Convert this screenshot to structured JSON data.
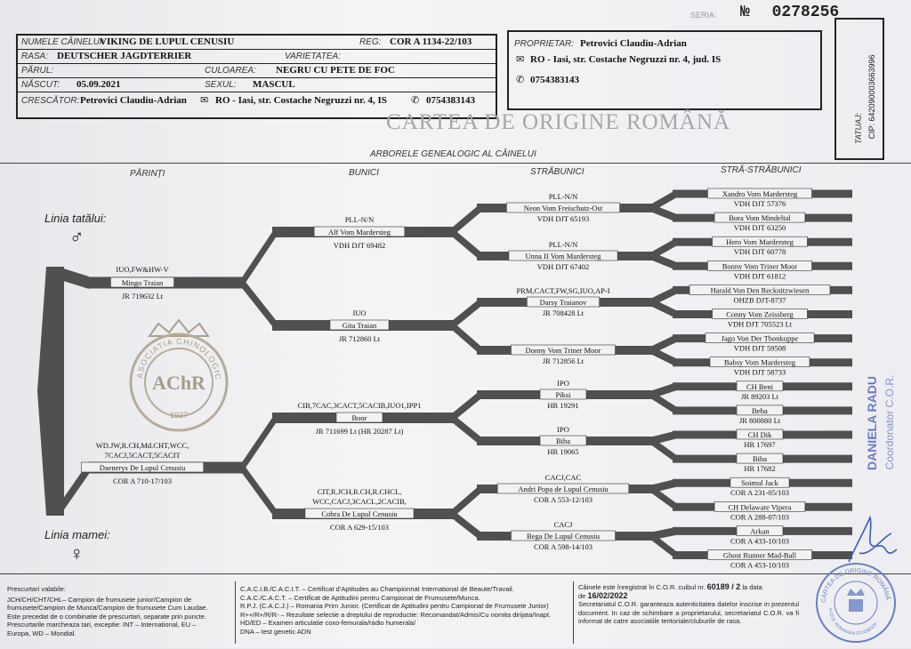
{
  "serial": {
    "label": "SERIA:",
    "no_sign": "№",
    "number": "0278256"
  },
  "dog": {
    "name_label": "NUMELE CÂINELUI:",
    "name": "VIKING DE LUPUL CENUSIU",
    "reg_label": "REG:",
    "reg": "COR A 1134-22/103",
    "breed_label": "RASA:",
    "breed": "DEUTSCHER JAGDTERRIER",
    "variety_label": "VARIETATEA:",
    "coat_label": "PĂRUL:",
    "color_label": "CULOAREA:",
    "color": "NEGRU CU PETE DE FOC",
    "born_label": "NĂSCUT:",
    "born": "05.09.2021",
    "sex_label": "SEXUL:",
    "sex": "MASCUL",
    "breeder_label": "CRESCĂTOR:",
    "breeder": "Petrovici Claudiu-Adrian",
    "breeder_address": "RO - Iasi, str. Costache Negruzzi nr. 4, IS",
    "breeder_phone": "0754383143"
  },
  "owner": {
    "label": "PROPRIETAR:",
    "name": "Petrovici Claudiu-Adrian",
    "address": "RO - Iasi, str. Costache Negruzzi nr. 4, jud. IS",
    "phone": "0754383143"
  },
  "tattoo": {
    "label": "TATUAJ:",
    "chip": "CIP: 642090003663996"
  },
  "title": "CARTEA DE ORIGINE ROMÂNĂ",
  "subtitle": "ARBORELE GENEALOGIC AL CÂINELUI",
  "columns": {
    "parents": "PĂRINȚI",
    "grandparents": "BUNICI",
    "great": "STRĂBUNICI",
    "great_great": "STRĂ-STRĂBUNICI"
  },
  "lines": {
    "father": "Linia tatălui:",
    "mother": "Linia mamei:"
  },
  "emblem": {
    "text": "ASOCIATIA CHINOLOGICA ROMANA",
    "year": "1927",
    "monogram": "AChR"
  },
  "parents": [
    {
      "title": "IUO,FW&HW-V",
      "name": "Mingo Traian",
      "reg": "JR 719632 Lt"
    },
    {
      "title": "WD.JW,R.CH,Md.CHT,WCC,",
      "title2": "7CACJ,5CACT,5CACIT",
      "name": "Daenerys De Lupul Cenusiu",
      "reg": "COR A 710-17/103"
    }
  ],
  "grandparents": [
    {
      "title": "PLL-N/N",
      "name": "Alf Vom Mardersteg",
      "reg": "VDH DJT 69482"
    },
    {
      "title": "IUO",
      "name": "Gita Traian",
      "reg": "JR 712860 Lt"
    },
    {
      "title": "CIB,7CAC,3CACT,5CACIB,IUO1,IPP1",
      "name": "Boor",
      "reg": "JR 711699 Lt (HR 20287 Lt)"
    },
    {
      "title": "CIT,R.JCH,R.CH,R.CHCL,",
      "title2": "WCC,CACJ,3CACL,2CACIB,",
      "name": "Cobra De Lupul Cenusiu",
      "reg": "COR A 629-15/103"
    }
  ],
  "great_grandparents": [
    {
      "title": "PLL-N/N",
      "name": "Neon Vom Freischutz-Ost",
      "reg": "VDH DJT 65193"
    },
    {
      "title": "PLL-N/N",
      "name": "Unna II Vom Mardersteg",
      "reg": "VDH DJT 67402"
    },
    {
      "title": "PRM,CACT,FW,SG,IUO,AP-I",
      "name": "Darsy Traianov",
      "reg": "JR 708428 Lt"
    },
    {
      "title": "",
      "name": "Donny Vom Triner Moor",
      "reg": "JR 712856 Lt"
    },
    {
      "title": "IPO",
      "name": "Piksi",
      "reg": "HR 19291"
    },
    {
      "title": "IPO",
      "name": "Biba",
      "reg": "HR 19065"
    },
    {
      "title": "CACJ,CAC",
      "name": "Andri Popa de Lupul Cenusiu",
      "reg": "COR A 553-12/103"
    },
    {
      "title": "CACJ",
      "name": "Bega De Lupul Cenusiu",
      "reg": "COR A 598-14/103"
    }
  ],
  "great_great_grandparents": [
    {
      "name": "Xandro Vom Mardersteg",
      "reg": "VDH DJT 57376"
    },
    {
      "name": "Bora Vom Mindeltal",
      "reg": "VDH DJT 63250"
    },
    {
      "name": "Hero Vom Mardersteg",
      "reg": "VDH DJT 60778"
    },
    {
      "name": "Bonny Vom Triner Moor",
      "reg": "VDH DJT 61812"
    },
    {
      "name": "Harald Von Den Recknitzwiesen",
      "reg": "OHZB DJT-8737"
    },
    {
      "name": "Conny Vom Zeissberg",
      "reg": "VDH DJT 705523 Lt"
    },
    {
      "name": "Jago Von Der Thonkuppe",
      "reg": "VDH DJT 59508"
    },
    {
      "name": "Babsy Vom Mardersteg",
      "reg": "VDH DJT 58733"
    },
    {
      "name": "CH Beni",
      "reg": "JR 89203 Lt"
    },
    {
      "name": "Beba",
      "reg": "JR 800880 Lt"
    },
    {
      "name": "CH Dik",
      "reg": "HR 17697"
    },
    {
      "name": "Biba",
      "reg": "HR 17682"
    },
    {
      "name": "Soimul Jack",
      "reg": "COR A 231-05/103"
    },
    {
      "name": "CH Delaware Vipera",
      "reg": "COR A 288-07/103"
    },
    {
      "name": "Arkan",
      "reg": "COR A 433-10/103"
    },
    {
      "name": "Ghost Runner Mad-Ball",
      "reg": "COR A 453-10/103"
    }
  ],
  "signature": {
    "name": "DANIELA RADU",
    "role": "Coordonator C.O.R."
  },
  "stamp": {
    "text": "CARTEA DE ORIGINE ROMÂNĂ",
    "bottom": "A.Ch.R. ROMANIAN STUDBOOK"
  },
  "footer": {
    "left": [
      "Prescurtari valabile:",
      "JCH/CH/CHT/CHL– Campion de frumusete junior/Campion de",
      "frumusete/Campion de Munca/Campion de frumusete Cum Laudae.",
      "Este precedat de o combinatie de prescurtari, separate prin puncte.",
      "Prescurtarile marcheaza tari, exceptie: INT – International, EU –",
      "Europa, WD – Mondial."
    ],
    "middle": [
      "C.A.C.I.B./C.A.C.I.T. – Certificat d’Aptitudes au Championnat International de Beaute/Travail.",
      "C.A.C./C.A.C.T. – Certificat de Aptitudini pentru Campionat de Frumusete/Munca.",
      "R.P.J. (C.A.C.J.) – Romania Prim Junior. (Certificat de Aptitudini pentru Campionat de Frumusete Junior)",
      "R++/R+/R/R- – Rezultate selectie a dreptului de reproductie: Recomandat/Admis/Cu nomita dirijata/Inapt.",
      "HD/ED – Examen articulatie coxo-femurala/radio humerala/",
      "DNA – test genetic ADN"
    ],
    "right_pre": "Câinele este înregistrat în C.O.R. cuibul nr.",
    "right_num": "60189 / 2",
    "right_date_label": "la data",
    "right_de": "de",
    "right_date": "16/02/2022",
    "right_text": "Secretariatul C.O.R. garanteaza autenticitatea datelor inscrise in prezentul document. In caz de schimbare a proprietarului, secretariatul C.O.R. va fi informat de catre asociatiile teritoriale/cluburile de rasa."
  }
}
